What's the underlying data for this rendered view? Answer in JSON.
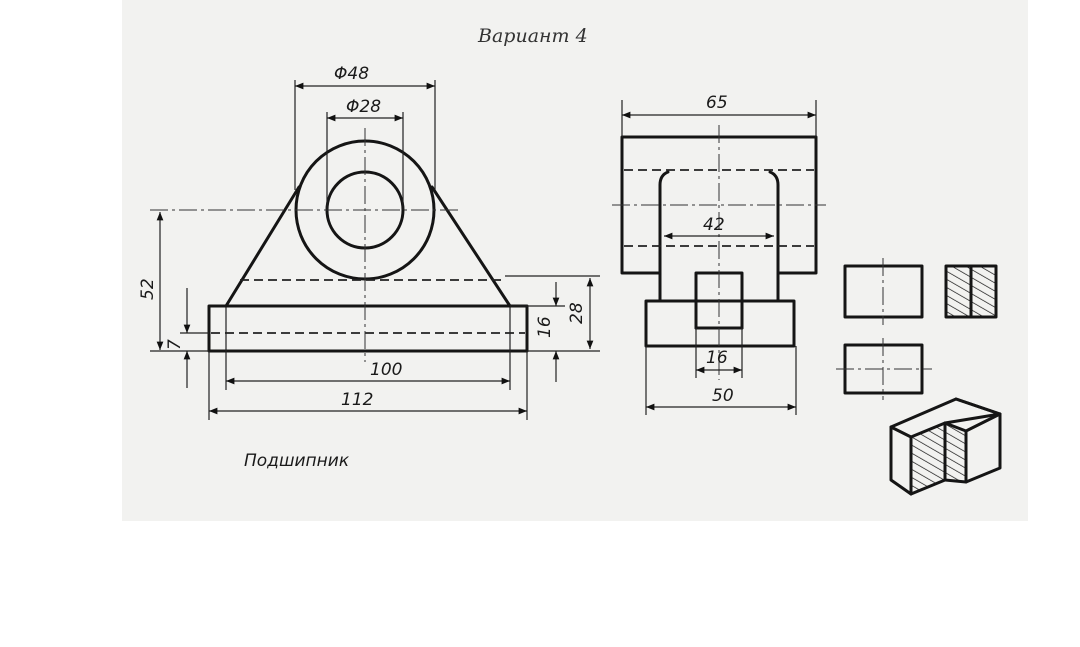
{
  "sheet": {
    "title": "Вариант 4",
    "caption": "Подшипник"
  },
  "front_view": {
    "dims": {
      "d_outer": "Φ48",
      "d_inner": "Φ28",
      "h_axis": "52",
      "h_base": "7",
      "w_inner": "100",
      "w_total": "112",
      "h_16": "16",
      "h_28": "28"
    }
  },
  "side_view": {
    "dims": {
      "w_top": "65",
      "w_slot": "42",
      "w_small": "16",
      "w_bottom": "50"
    }
  }
}
